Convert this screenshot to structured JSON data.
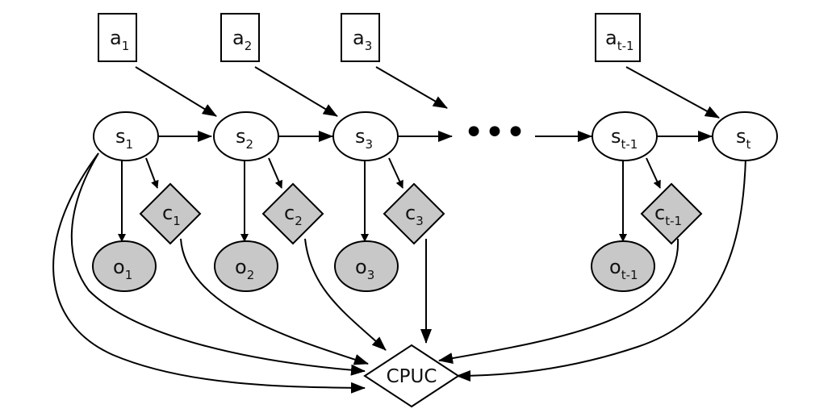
{
  "actions": [
    {
      "base": "a",
      "sub": "1"
    },
    {
      "base": "a",
      "sub": "2"
    },
    {
      "base": "a",
      "sub": "3"
    },
    {
      "base": "a",
      "sub": "t-1"
    }
  ],
  "states": [
    {
      "base": "s",
      "sub": "1"
    },
    {
      "base": "s",
      "sub": "2"
    },
    {
      "base": "s",
      "sub": "3"
    },
    {
      "base": "s",
      "sub": "t-1"
    },
    {
      "base": "s",
      "sub": "t"
    }
  ],
  "costs": [
    {
      "base": "c",
      "sub": "1"
    },
    {
      "base": "c",
      "sub": "2"
    },
    {
      "base": "c",
      "sub": "3"
    },
    {
      "base": "c",
      "sub": "t-1"
    }
  ],
  "observations": [
    {
      "base": "o",
      "sub": "1"
    },
    {
      "base": "o",
      "sub": "2"
    },
    {
      "base": "o",
      "sub": "3"
    },
    {
      "base": "o",
      "sub": "t-1"
    }
  ],
  "cpuc_label": "CPUC",
  "ellipsis": "•••",
  "colors": {
    "stroke": "#000000",
    "observed_fill": "#c8c8c8",
    "state_fill": "#ffffff"
  }
}
